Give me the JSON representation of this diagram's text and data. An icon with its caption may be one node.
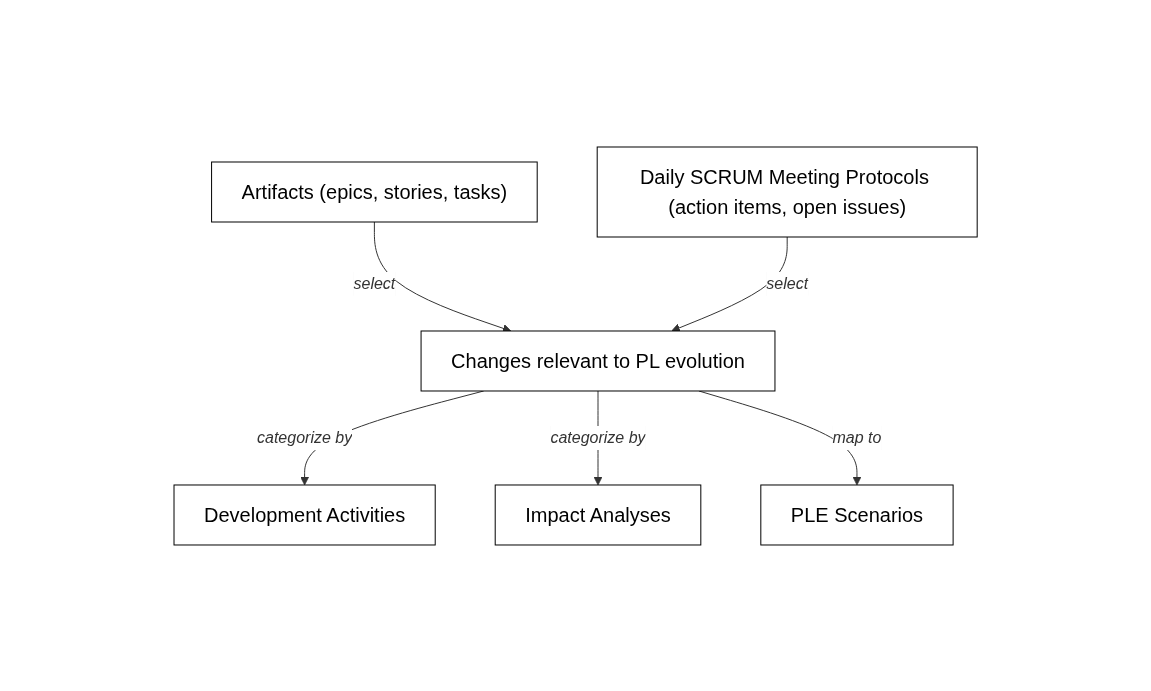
{
  "diagram": {
    "nodes": [
      {
        "text": [
          "Artifacts (epics, stories, tasks)"
        ]
      },
      {
        "text": [
          "Daily SCRUM Meeting Protocols (action items, open issues)"
        ]
      },
      {
        "text": [
          "Changes relevant to PL evolution"
        ]
      },
      {
        "text": [
          "Development Activities"
        ]
      },
      {
        "text": [
          "Impact Analyses"
        ]
      },
      {
        "text": [
          "PLE Scenarios"
        ]
      }
    ],
    "edges": [
      {
        "from": 0,
        "to": 2,
        "arrow": "to",
        "label": "select"
      },
      {
        "from": 1,
        "to": 2,
        "arrow": "to",
        "label": "select"
      },
      {
        "from": 2,
        "to": 3,
        "arrow": "to",
        "label": "categorize by"
      },
      {
        "from": 2,
        "to": 4,
        "arrow": "to",
        "label": "categorize by"
      },
      {
        "from": 2,
        "to": 5,
        "arrow": "to",
        "label": "map to"
      }
    ]
  }
}
